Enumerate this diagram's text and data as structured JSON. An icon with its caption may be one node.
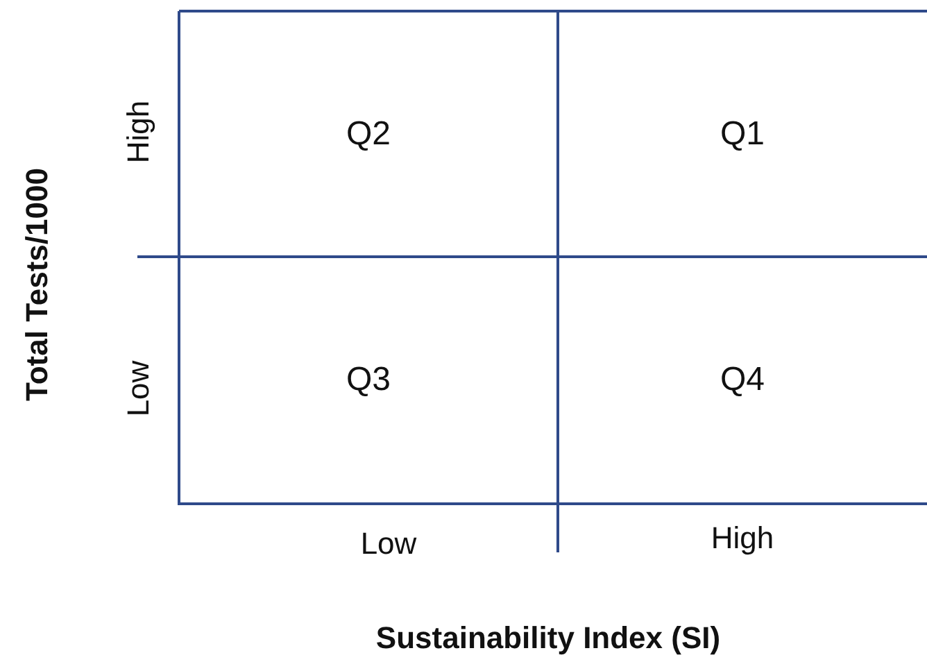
{
  "diagram": {
    "nodes": [
      {
        "text": [
          "Q2"
        ]
      },
      {
        "text": [
          "Q1"
        ]
      },
      {
        "text": [
          "Q3"
        ]
      },
      {
        "text": [
          "Q4"
        ]
      }
    ],
    "labels": [
      "Total Tests/1000",
      "High",
      "Low",
      "Low",
      "High",
      "Sustainability Index (SI)"
    ]
  }
}
